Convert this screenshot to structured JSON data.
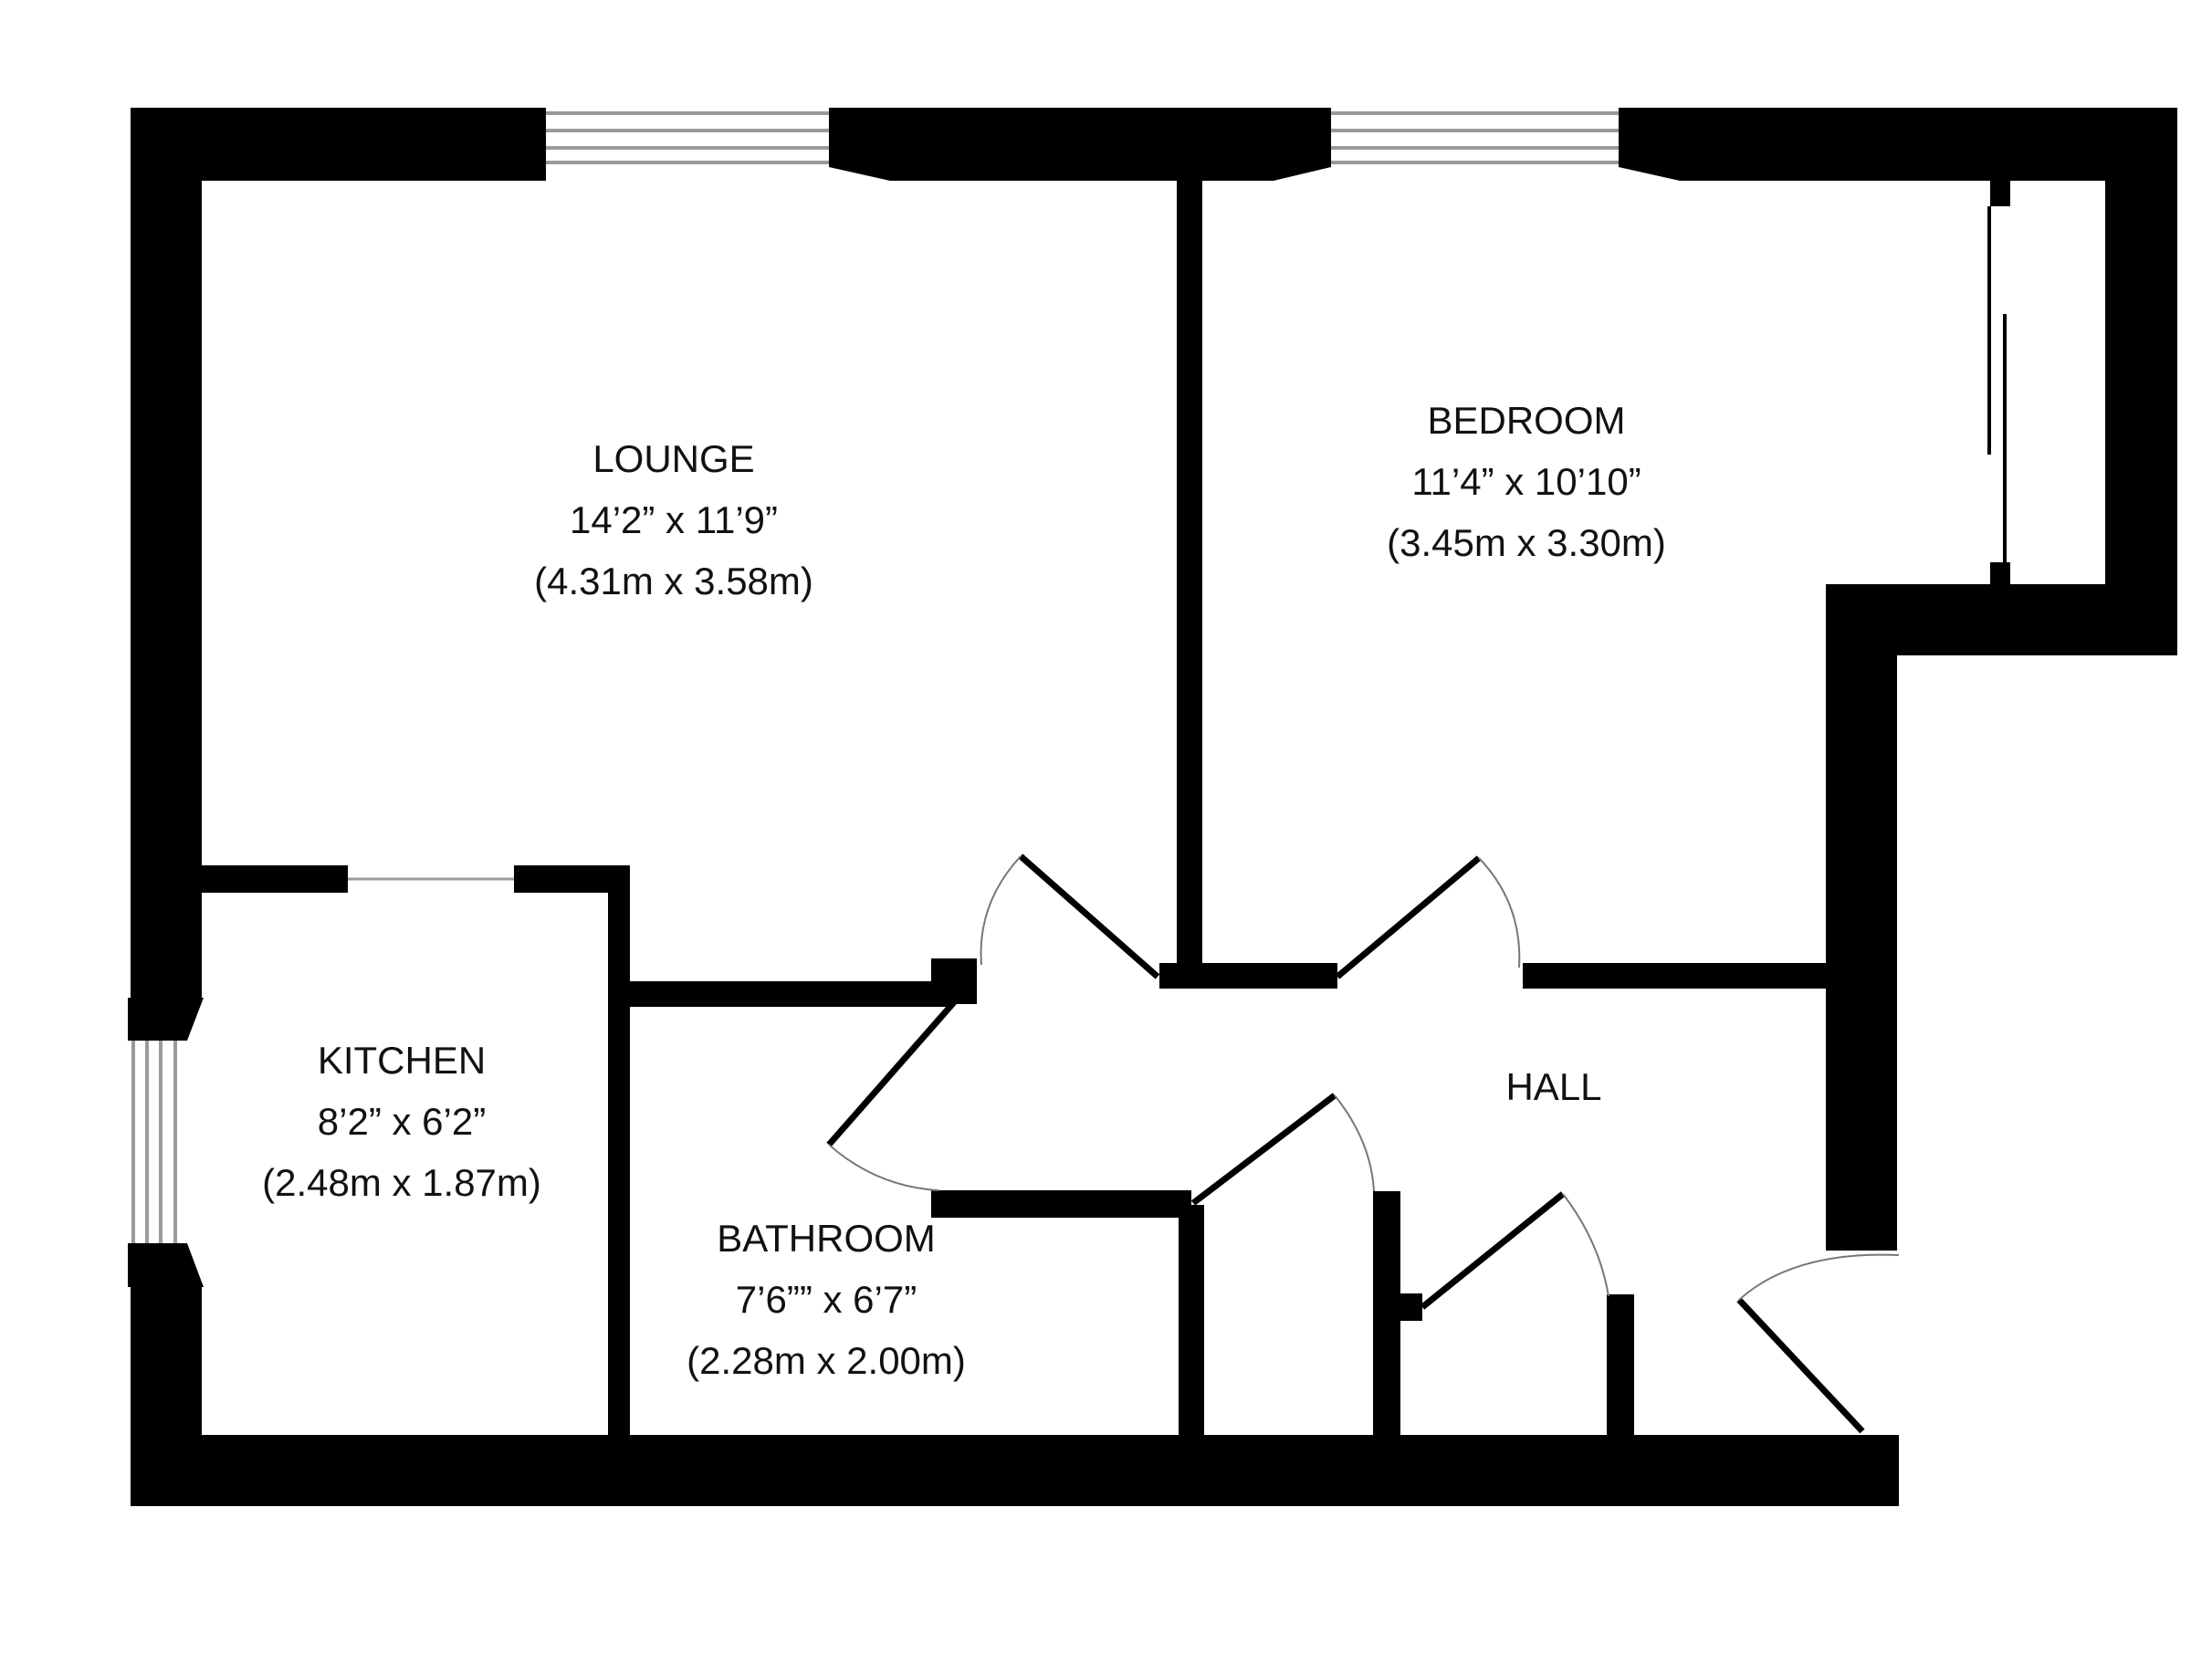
{
  "colors": {
    "wall": "#000000",
    "background": "#ffffff",
    "window_line": "#9a9a9a",
    "door_arc": "#777777",
    "text": "#111111"
  },
  "rooms": {
    "lounge": {
      "name": "LOUNGE",
      "imperial": "14’2” x 11’9”",
      "metric": "(4.31m x 3.58m)"
    },
    "bedroom": {
      "name": "BEDROOM",
      "imperial": "11’4” x 10’10”",
      "metric": "(3.45m x 3.30m)"
    },
    "kitchen": {
      "name": "KITCHEN",
      "imperial": "8’2” x 6’2”",
      "metric": "(2.48m x 1.87m)"
    },
    "bathroom": {
      "name": "BATHROOM",
      "imperial": "7’6”” x 6’7”",
      "metric": "(2.28m x 2.00m)"
    },
    "hall": {
      "name": "HALL"
    }
  }
}
